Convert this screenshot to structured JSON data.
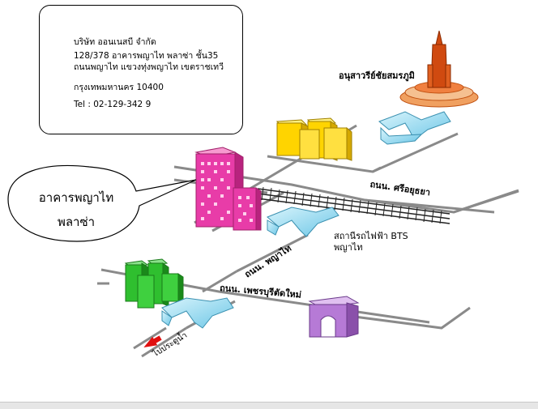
{
  "address": {
    "company": "บริษัท ออนเนสบี จำกัด",
    "line1": "128/378 อาคารพญาไท พลาซ่า ชั้น35",
    "line2": "ถนนพญาไท แขวงทุ่งพญาไท เขตราชเทวี",
    "line3": "กรุงเทพมหานคร 10400",
    "tel": "Tel : 02-129-342 9"
  },
  "bubble": {
    "line1": "อาคารพญาไท",
    "line2": "พลาซ่า"
  },
  "labels": {
    "monument": "อนุสาวรีย์ชัยสมรภูมิ",
    "road_sri_ayutthaya": "ถนน. ศรีอยุธยา",
    "bts_line1": "สถานีรถไฟฟ้า BTS",
    "bts_line2": "พญาไท",
    "road_phayathai": "ถนน. พญาไท",
    "road_phetchaburi": "ถนน. เพชรบุรีตัดใหม่",
    "to_pratunam": "ไปประตูน้ำ"
  },
  "colors": {
    "pink_building": "#e83ca8",
    "yellow_building": "#ffd400",
    "green_building": "#2fbf2f",
    "purple_building": "#b67ad6",
    "bridge": "#8fd8f0",
    "monument": "#e0601a",
    "arrow": "#e01010"
  },
  "icons": [
    "monument-icon",
    "bridge-icon",
    "arrow-icon"
  ]
}
